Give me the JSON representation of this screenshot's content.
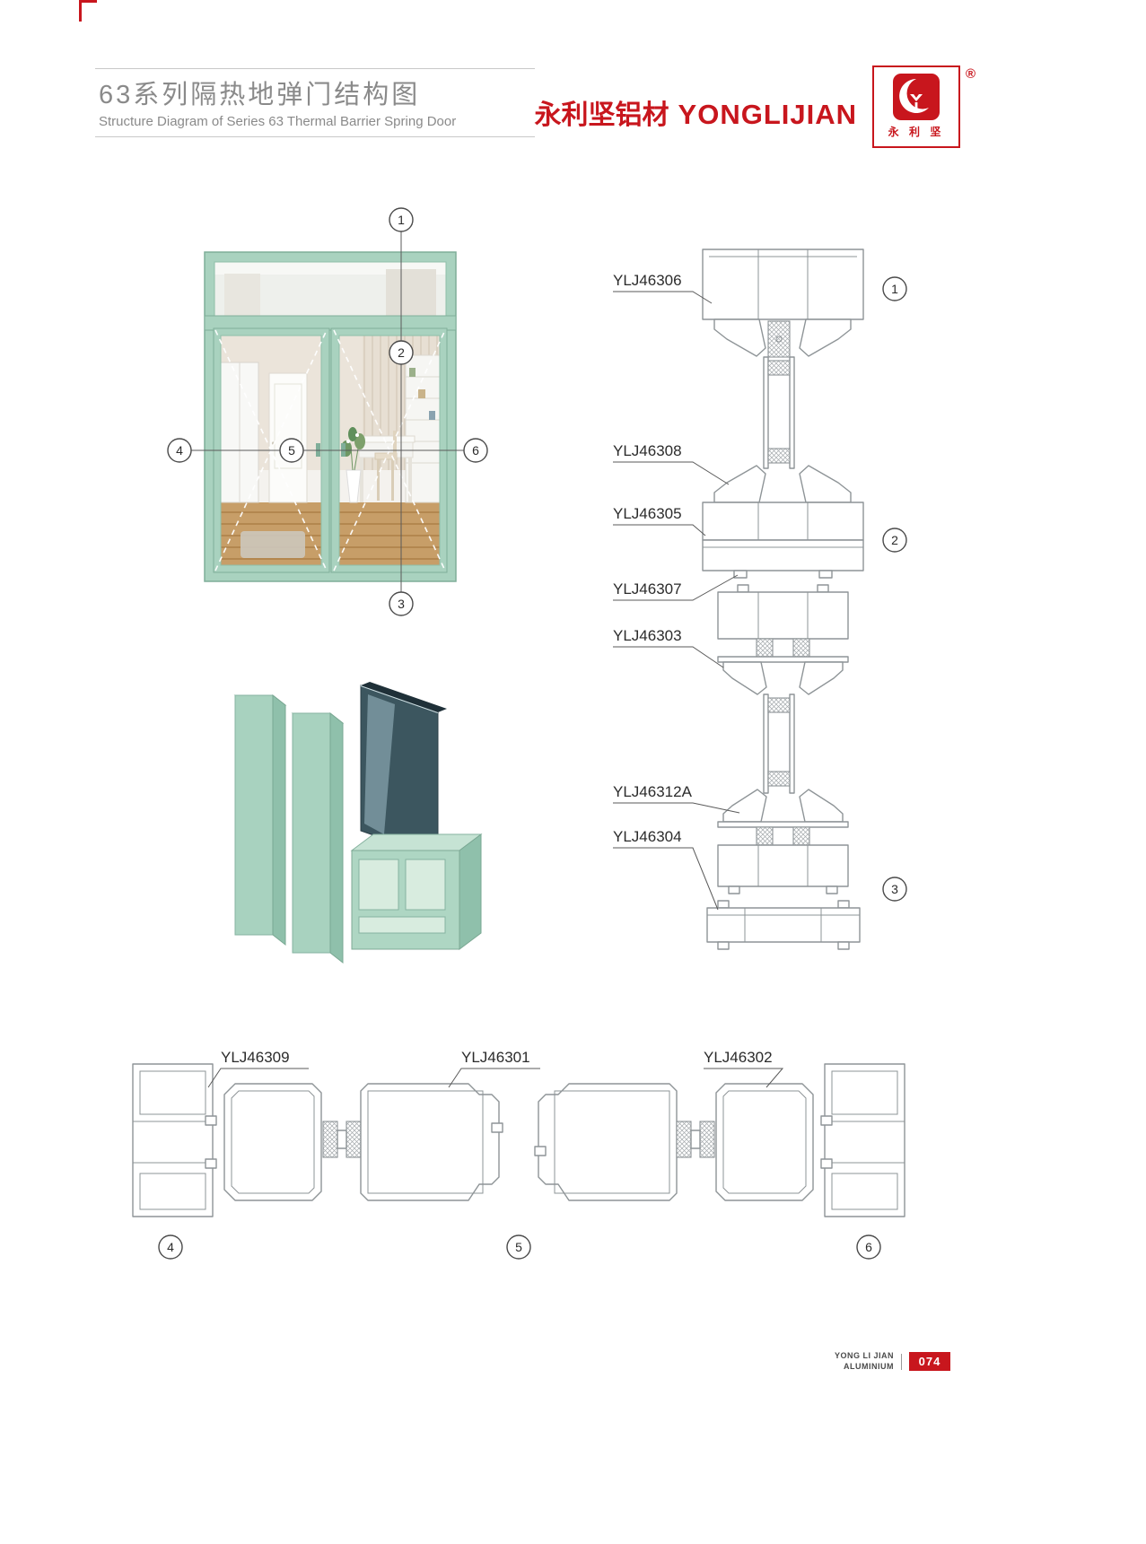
{
  "header": {
    "title_cn": "63系列隔热地弹门结构图",
    "title_en": "Structure Diagram of Series 63 Thermal Barrier Spring Door",
    "brand_cn": "永利坚铝材",
    "brand_en": "YONGLIJIAN",
    "registered_mark": "®",
    "logo_caption": "永 利 坚"
  },
  "door_figure": {
    "markers": [
      {
        "num": "1"
      },
      {
        "num": "2"
      },
      {
        "num": "3"
      },
      {
        "num": "4"
      },
      {
        "num": "5"
      },
      {
        "num": "6"
      }
    ]
  },
  "vertical_section": {
    "labels": [
      {
        "code": "YLJ46306"
      },
      {
        "code": "YLJ46308"
      },
      {
        "code": "YLJ46305"
      },
      {
        "code": "YLJ46307"
      },
      {
        "code": "YLJ46303"
      },
      {
        "code": "YLJ46312A"
      },
      {
        "code": "YLJ46304"
      }
    ],
    "markers": [
      {
        "num": "1"
      },
      {
        "num": "2"
      },
      {
        "num": "3"
      }
    ]
  },
  "horizontal_section": {
    "labels": [
      {
        "code": "YLJ46309"
      },
      {
        "code": "YLJ46301"
      },
      {
        "code": "YLJ46302"
      }
    ],
    "markers": [
      {
        "num": "4"
      },
      {
        "num": "5"
      },
      {
        "num": "6"
      }
    ]
  },
  "footer": {
    "brand_line1": "YONG LI JIAN",
    "brand_line2": "ALUMINIUM",
    "page_number": "074"
  },
  "colors": {
    "brand_red": "#c8161d",
    "door_mint": "#a9d2bf",
    "profile_line_gray": "#8e9497",
    "title_gray": "#8a8a8a"
  }
}
